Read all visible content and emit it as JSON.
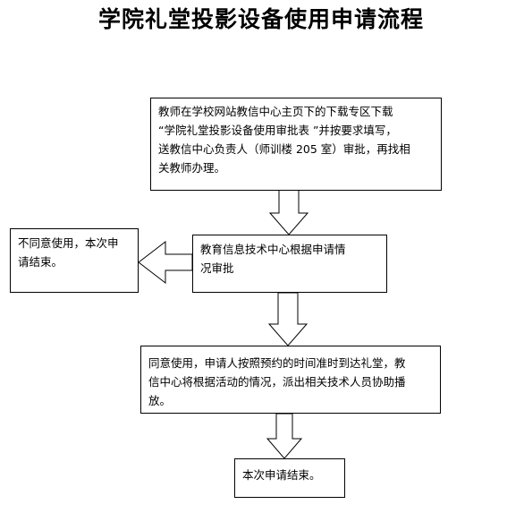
{
  "title": "学院礼堂投影设备使用申请流程",
  "steps": {
    "apply": {
      "lines": [
        "教师在学校网站教信中心主页下的下载专区下载",
        "“学院礼堂投影设备使用审批表 ”并按要求填写，",
        "送教信中心负责人（师训楼 205 室）审批，再找相",
        "关教师办理。"
      ]
    },
    "review": {
      "lines": [
        "教育信息技术中心根据申请情",
        "况审批"
      ]
    },
    "reject": {
      "lines": [
        "不同意使用，本次申",
        "请结束。"
      ]
    },
    "approve": {
      "lines": [
        "同意使用，申请人按照预约的时间准时到达礼堂，教",
        "信中心将根据活动的情况，派出相关技术人员协助播",
        "放。"
      ]
    },
    "end": {
      "lines": [
        "本次申请结束。"
      ]
    }
  },
  "colors": {
    "line": "#000000",
    "background": "#ffffff",
    "squiggle": "#3a9a3a"
  }
}
